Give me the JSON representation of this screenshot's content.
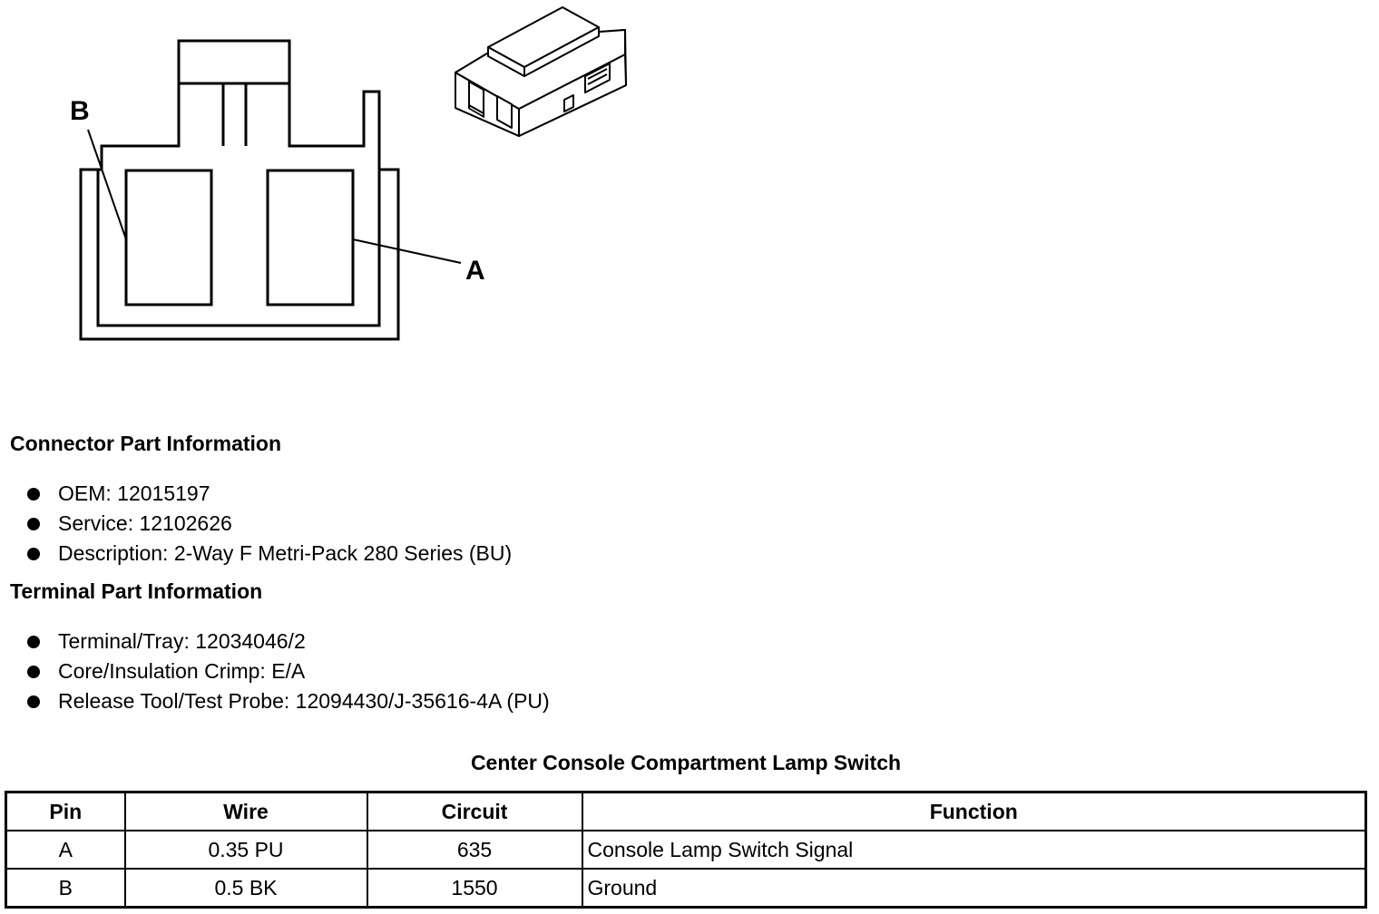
{
  "diagram": {
    "callouts": [
      "B",
      "A"
    ]
  },
  "connector_section": {
    "title": "Connector Part Information",
    "items": [
      "OEM: 12015197",
      "Service: 12102626",
      "Description: 2-Way F Metri-Pack 280 Series (BU)"
    ]
  },
  "terminal_section": {
    "title": "Terminal Part Information",
    "items": [
      "Terminal/Tray: 12034046/2",
      "Core/Insulation Crimp: E/A",
      "Release Tool/Test Probe: 12094430/J-35616-4A (PU)"
    ]
  },
  "table": {
    "title": "Center Console Compartment Lamp Switch",
    "headers": [
      "Pin",
      "Wire",
      "Circuit",
      "Function"
    ],
    "rows": [
      [
        "A",
        "0.35 PU",
        "635",
        "Console Lamp Switch Signal"
      ],
      [
        "B",
        "0.5 BK",
        "1550",
        "Ground"
      ]
    ]
  }
}
